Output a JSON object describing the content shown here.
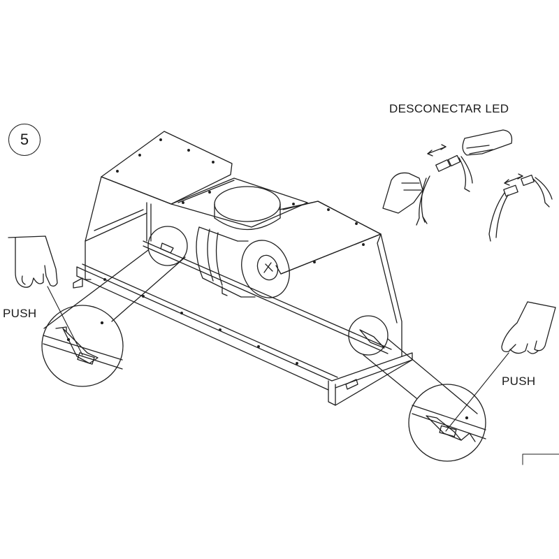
{
  "step": {
    "number": "5"
  },
  "labels": {
    "disconnect_led": "DESCONECTAR LED",
    "push_left": "PUSH",
    "push_right": "PUSH"
  }
}
